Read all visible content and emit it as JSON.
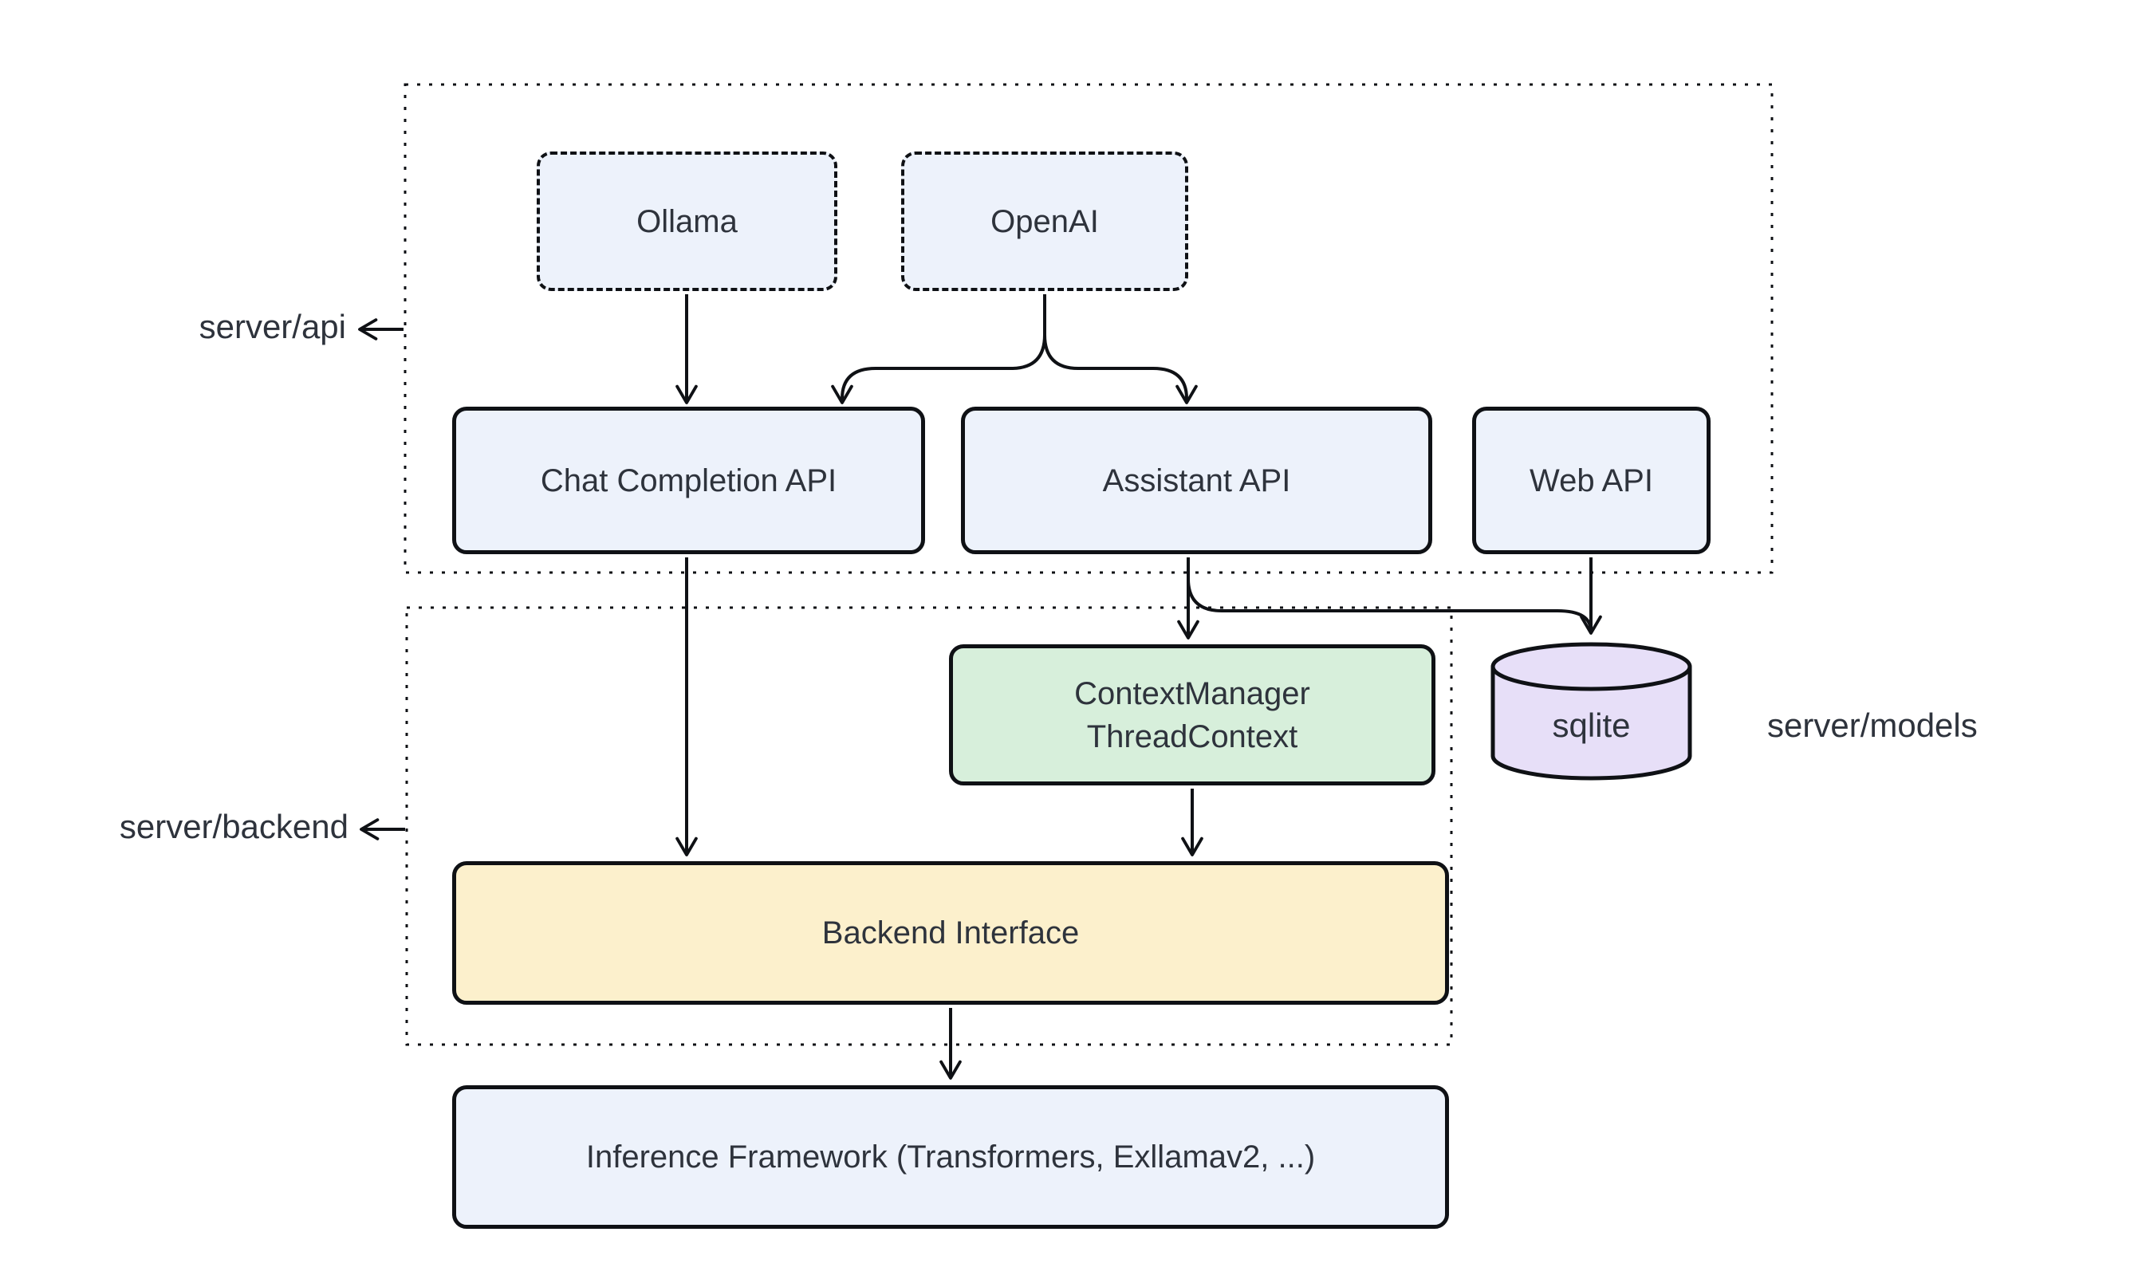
{
  "groups": {
    "server_api": {
      "label": "server/api"
    },
    "server_backend": {
      "label": "server/backend"
    }
  },
  "side_labels": {
    "server_models": "server/models"
  },
  "nodes": {
    "ollama": {
      "label": "Ollama"
    },
    "openai": {
      "label": "OpenAI"
    },
    "chat_completion_api": {
      "label": "Chat Completion API"
    },
    "assistant_api": {
      "label": "Assistant API"
    },
    "web_api": {
      "label": "Web API"
    },
    "context_manager": {
      "label_line1": "ContextManager",
      "label_line2": "ThreadContext"
    },
    "sqlite": {
      "label": "sqlite"
    },
    "backend_interface": {
      "label": "Backend Interface"
    },
    "inference_framework": {
      "label": "Inference Framework (Transformers, Exllamav2, ...)"
    }
  },
  "edges": [
    {
      "from": "ollama",
      "to": "chat_completion_api"
    },
    {
      "from": "openai",
      "to": "chat_completion_api"
    },
    {
      "from": "openai",
      "to": "assistant_api"
    },
    {
      "from": "chat_completion_api",
      "to": "backend_interface"
    },
    {
      "from": "assistant_api",
      "to": "context_manager"
    },
    {
      "from": "assistant_api",
      "to": "sqlite"
    },
    {
      "from": "web_api",
      "to": "sqlite"
    },
    {
      "from": "context_manager",
      "to": "backend_interface"
    },
    {
      "from": "backend_interface",
      "to": "inference_framework"
    },
    {
      "from": "server_api_border",
      "to": "server_api_label"
    },
    {
      "from": "server_backend_border",
      "to": "server_backend_label"
    }
  ],
  "colors": {
    "node_blue": "#edf2fb",
    "node_green": "#d7efdb",
    "node_yellow": "#fcf0cc",
    "node_purple": "#e7dff8",
    "stroke": "#0f1115",
    "text": "#2e333c",
    "background": "#ffffff"
  }
}
